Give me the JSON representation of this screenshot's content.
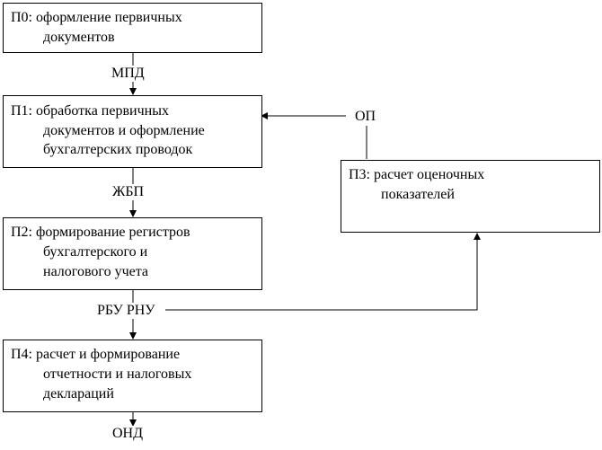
{
  "boxes": {
    "p0": {
      "lines": [
        "П0: оформление первичных",
        "документов"
      ]
    },
    "p1": {
      "lines": [
        "П1: обработка первичных",
        "документов и оформление",
        "бухгалтерских проводок"
      ]
    },
    "p2": {
      "lines": [
        "П2: формирование регистров",
        "бухгалтерского и",
        "налогового учета"
      ]
    },
    "p3": {
      "lines": [
        "П3: расчет оценочных",
        "показателей"
      ]
    },
    "p4": {
      "lines": [
        "П4: расчет и формирование",
        "отчетности и налоговых",
        "деклараций"
      ]
    }
  },
  "flows": {
    "mpd": "МПД",
    "zhbp": "ЖБП",
    "rbu_rnu": "РБУ РНУ",
    "op": "ОП",
    "ond": "ОНД"
  }
}
